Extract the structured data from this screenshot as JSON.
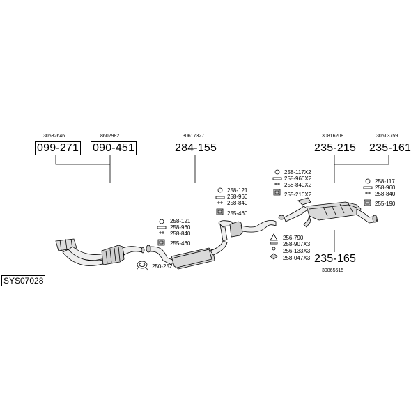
{
  "diagram_id": "SYS07028",
  "groups": [
    {
      "ref": "30632646",
      "part": "099-271"
    },
    {
      "ref": "8602982",
      "part": "090-451"
    },
    {
      "ref": "30617327",
      "part": "284-155"
    },
    {
      "ref": "30816208",
      "part": "235-215"
    },
    {
      "ref": "30613759",
      "part": "235-161"
    },
    {
      "ref": "30865615",
      "part": "235-165"
    }
  ],
  "fittings": {
    "set_a": [
      "258-121",
      "258-960",
      "258-840",
      "255-460"
    ],
    "set_b": [
      "250-252"
    ],
    "set_c": [
      "258-121",
      "258-960",
      "258-840",
      "255-460"
    ],
    "set_d": [
      "258-117X2",
      "258-960X2",
      "258-840X2",
      "255-210X2"
    ],
    "set_e": [
      "256-790",
      "258-907X3",
      "256-133X3",
      "258-047X3"
    ],
    "set_f": [
      "258-117",
      "258-960",
      "258-840",
      "255-190"
    ]
  }
}
